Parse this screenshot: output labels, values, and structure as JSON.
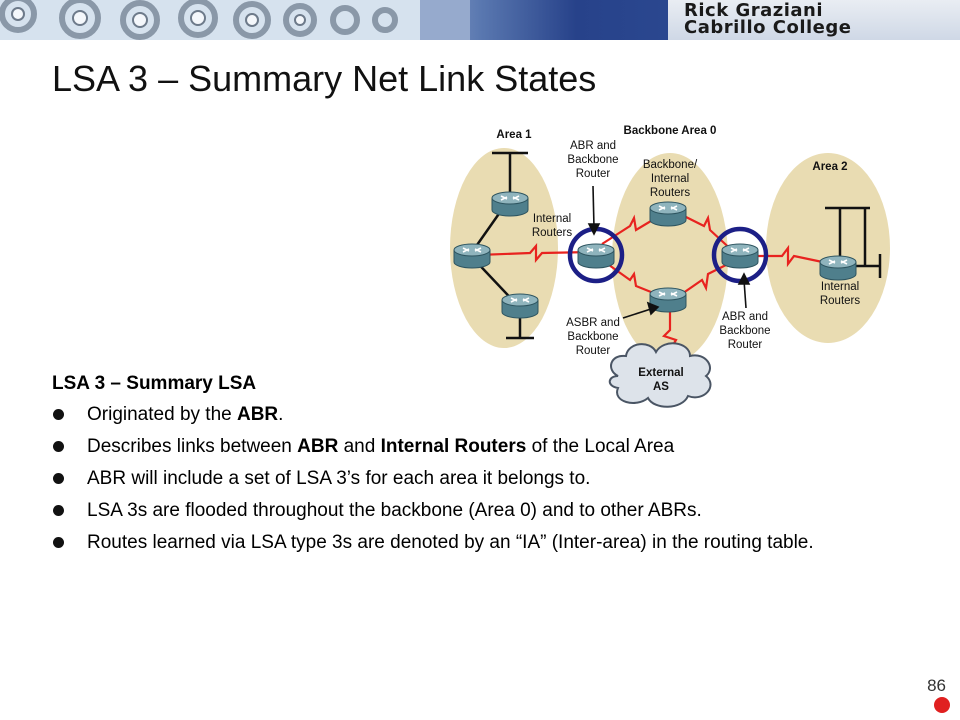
{
  "header": {
    "brand_line1": "Rick Graziani",
    "brand_line2": "Cabrillo College"
  },
  "slide": {
    "title": "LSA 3 – Summary Net Link States",
    "subheading": "LSA 3 – Summary LSA",
    "page_number": "86",
    "bullets": [
      {
        "parts": [
          {
            "text": "Originated by the ",
            "bold": false
          },
          {
            "text": "ABR",
            "bold": true
          },
          {
            "text": ".",
            "bold": false
          }
        ]
      },
      {
        "parts": [
          {
            "text": "Describes links between ",
            "bold": false
          },
          {
            "text": "ABR",
            "bold": true
          },
          {
            "text": " and ",
            "bold": false
          },
          {
            "text": "Internal Routers",
            "bold": true
          },
          {
            "text": " of the Local Area",
            "bold": false
          }
        ]
      },
      {
        "parts": [
          {
            "text": "ABR will include a set of LSA 3’s for each area it belongs to.",
            "bold": false
          }
        ]
      },
      {
        "parts": [
          {
            "text": "LSA 3s are flooded throughout the backbone (Area 0) and to other ABRs.",
            "bold": false
          }
        ]
      },
      {
        "parts": [
          {
            "text": "Routes learned via LSA type 3s  are denoted by an “IA” (Inter-area) in the routing table.",
            "bold": false
          }
        ]
      }
    ]
  },
  "diagram": {
    "areas": {
      "area1": "Area 1",
      "backbone": "Backbone Area 0",
      "area2": "Area 2"
    },
    "labels": {
      "abr_left": [
        "ABR and",
        "Backbone",
        "Router"
      ],
      "backbone_internal": [
        "Backbone/",
        "Internal",
        "Routers"
      ],
      "internal_left": [
        "Internal",
        "Routers"
      ],
      "asbr": [
        "ASBR and",
        "Backbone",
        "Router"
      ],
      "abr_right": [
        "ABR and",
        "Backbone",
        "Router"
      ],
      "internal_right": [
        "Internal",
        "Routers"
      ],
      "external_as": [
        "External",
        "AS"
      ]
    }
  },
  "colors": {
    "area_fill": "#e9dcb2",
    "router_body": "#4f7f8c",
    "router_top": "#8fb4bd",
    "serial_link": "#e8231f",
    "abr_highlight": "#1c1f86",
    "bullet_dot": "#111111",
    "page_dot": "#e02020"
  }
}
